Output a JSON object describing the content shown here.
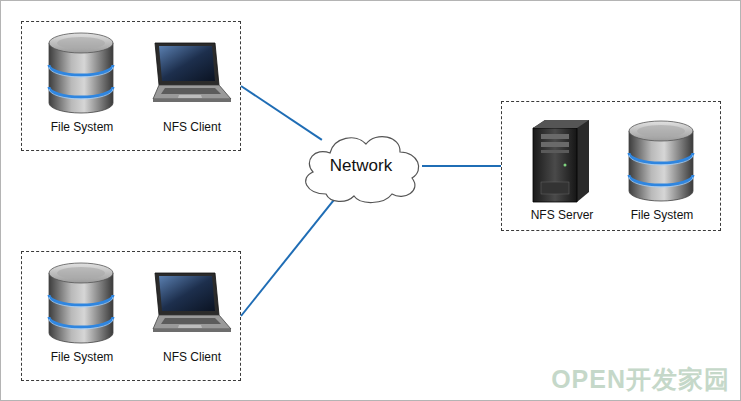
{
  "diagram": {
    "nodes": [
      {
        "text": []
      },
      {
        "text": [
          "File System"
        ],
        "in": 0
      },
      {
        "text": [
          "NFS Client"
        ],
        "in": 0
      },
      {
        "text": [
          "Network"
        ]
      },
      {
        "text": []
      },
      {
        "text": [
          "NFS Server"
        ],
        "in": 4
      },
      {
        "text": [
          "File System"
        ],
        "in": 4
      },
      {
        "text": []
      },
      {
        "text": [
          "File System"
        ],
        "in": 7
      },
      {
        "text": [
          "NFS Client"
        ],
        "in": 7
      }
    ],
    "edges": [
      {
        "from": 0,
        "to": 3,
        "arrow": "none"
      },
      {
        "from": 7,
        "to": 3,
        "arrow": "none"
      },
      {
        "from": 3,
        "to": 4,
        "arrow": "none"
      }
    ],
    "labels": [
      "OPEN开发家园"
    ]
  }
}
